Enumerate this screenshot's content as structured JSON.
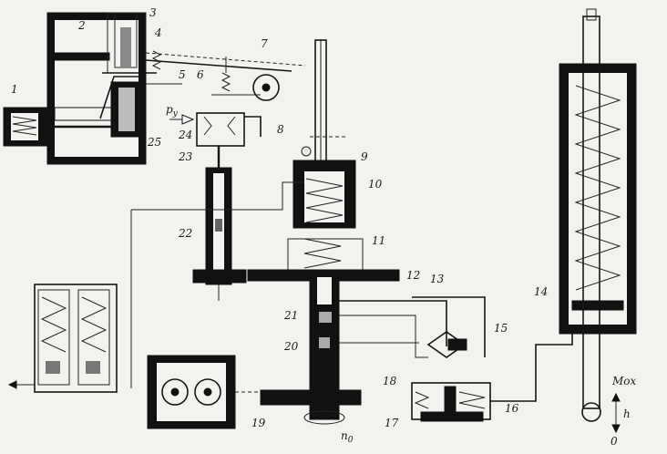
{
  "labels": {
    "n1": "1",
    "n2": "2",
    "n3": "3",
    "n4": "4",
    "n5": "5",
    "n6": "6",
    "n7": "7",
    "n8": "8",
    "n9": "9",
    "n10": "10",
    "n11": "11",
    "n12": "12",
    "n13": "13",
    "n14": "14",
    "n15": "15",
    "n16": "16",
    "n17": "17",
    "n18": "18",
    "n19": "19",
    "n20": "20",
    "n21": "21",
    "n22": "22",
    "n23": "23",
    "n24": "24",
    "n25": "25",
    "py": "p",
    "py_sub": "y",
    "n0": "n",
    "n0_sub": "0",
    "mox": "Mох",
    "h": "h",
    "zero": "0"
  }
}
